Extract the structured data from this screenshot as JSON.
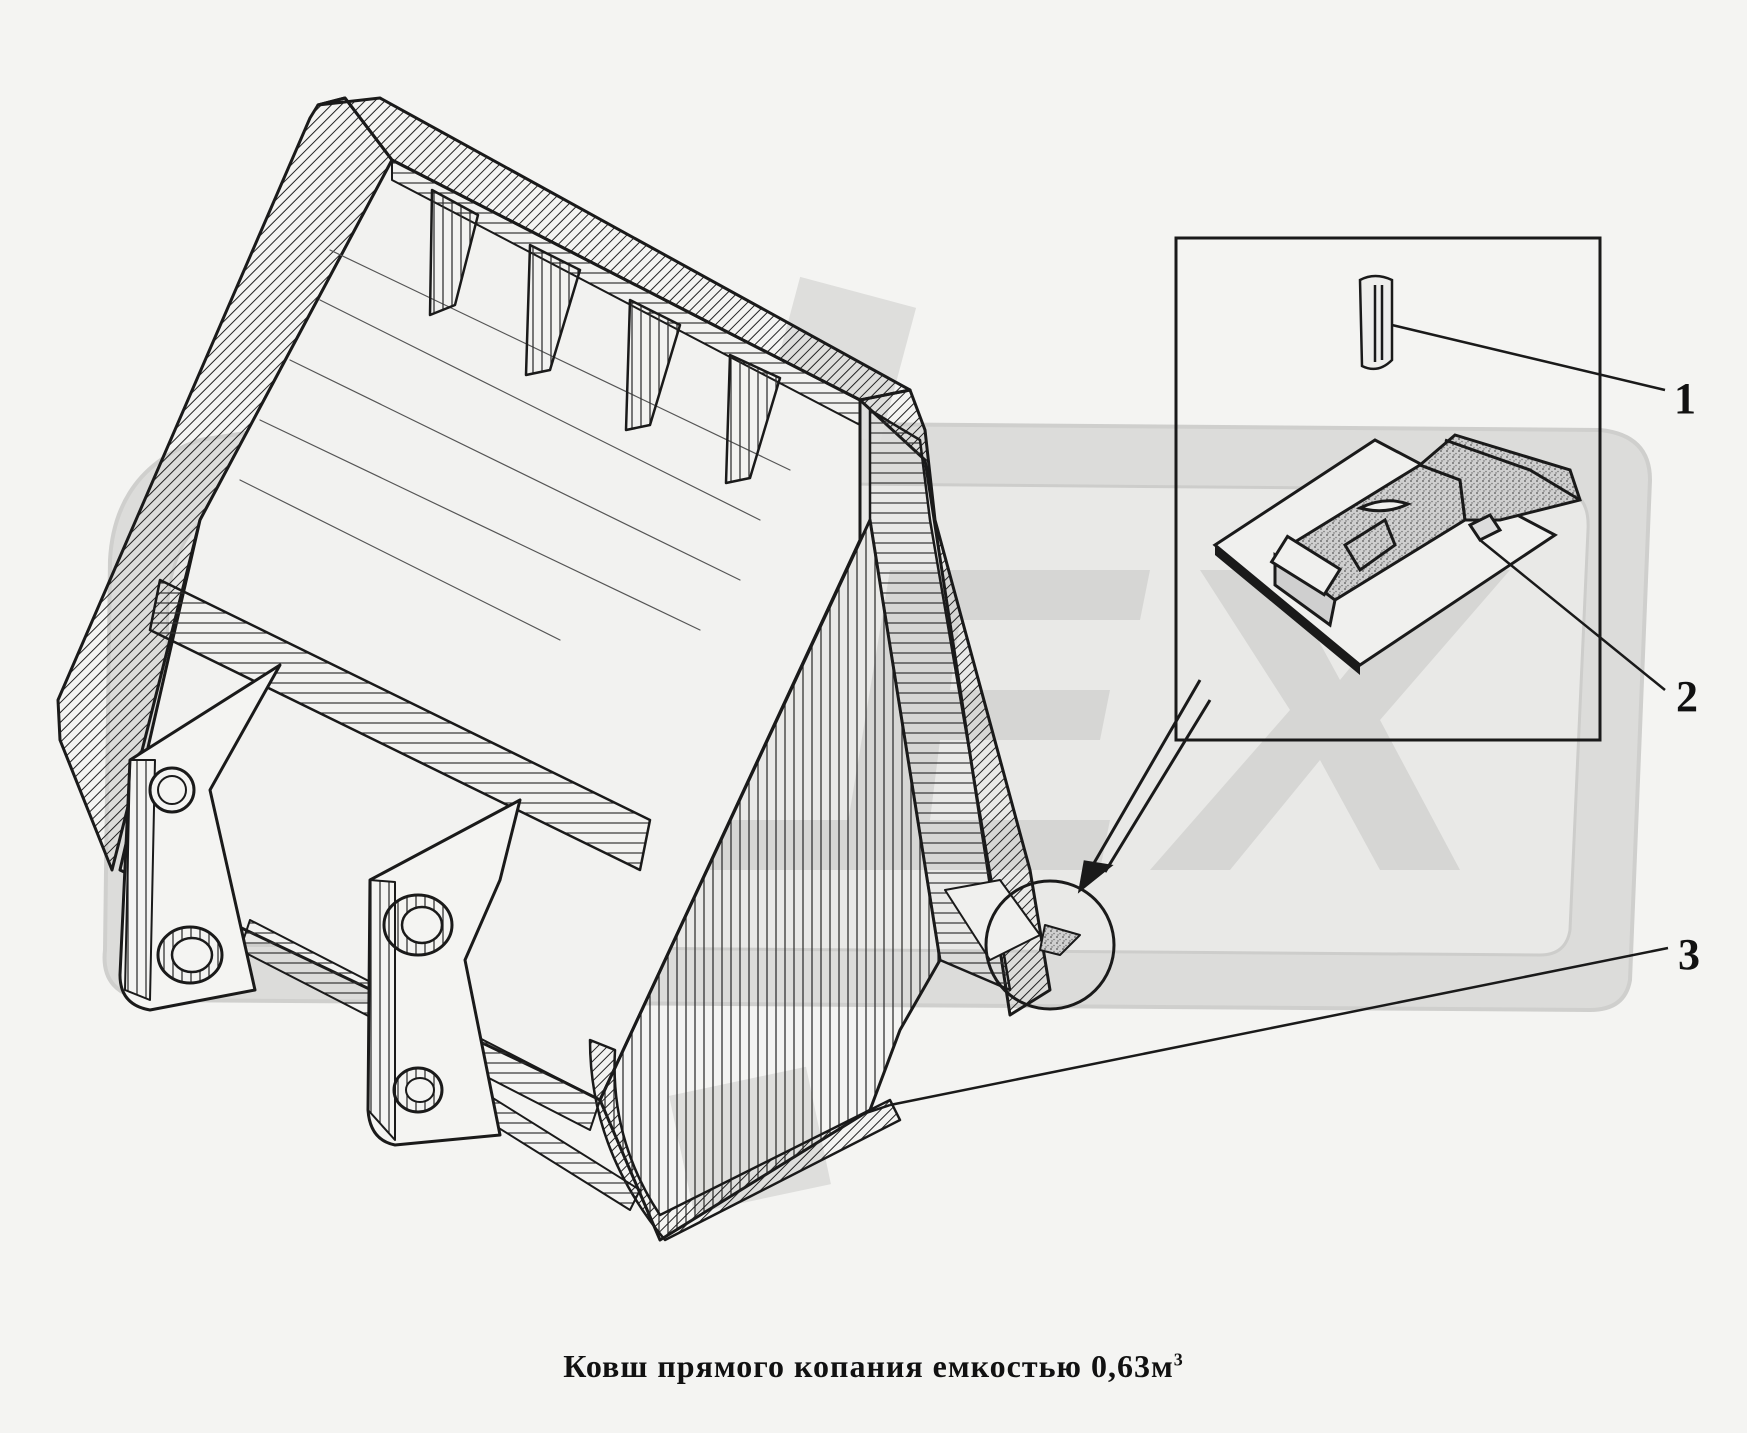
{
  "callouts": {
    "c1": "1",
    "c2": "2",
    "c3": "3"
  },
  "caption": {
    "text": "Ковш прямого копания емкостью 0,63м",
    "superscript": "3"
  },
  "watermark": {
    "text": "OLEX"
  },
  "colors": {
    "background": "#f4f4f2",
    "line": "#1a1a1a",
    "watermark_fill": "#d6d6d4",
    "watermark_outline": "#c4c4c2",
    "stipple": "#888888"
  }
}
